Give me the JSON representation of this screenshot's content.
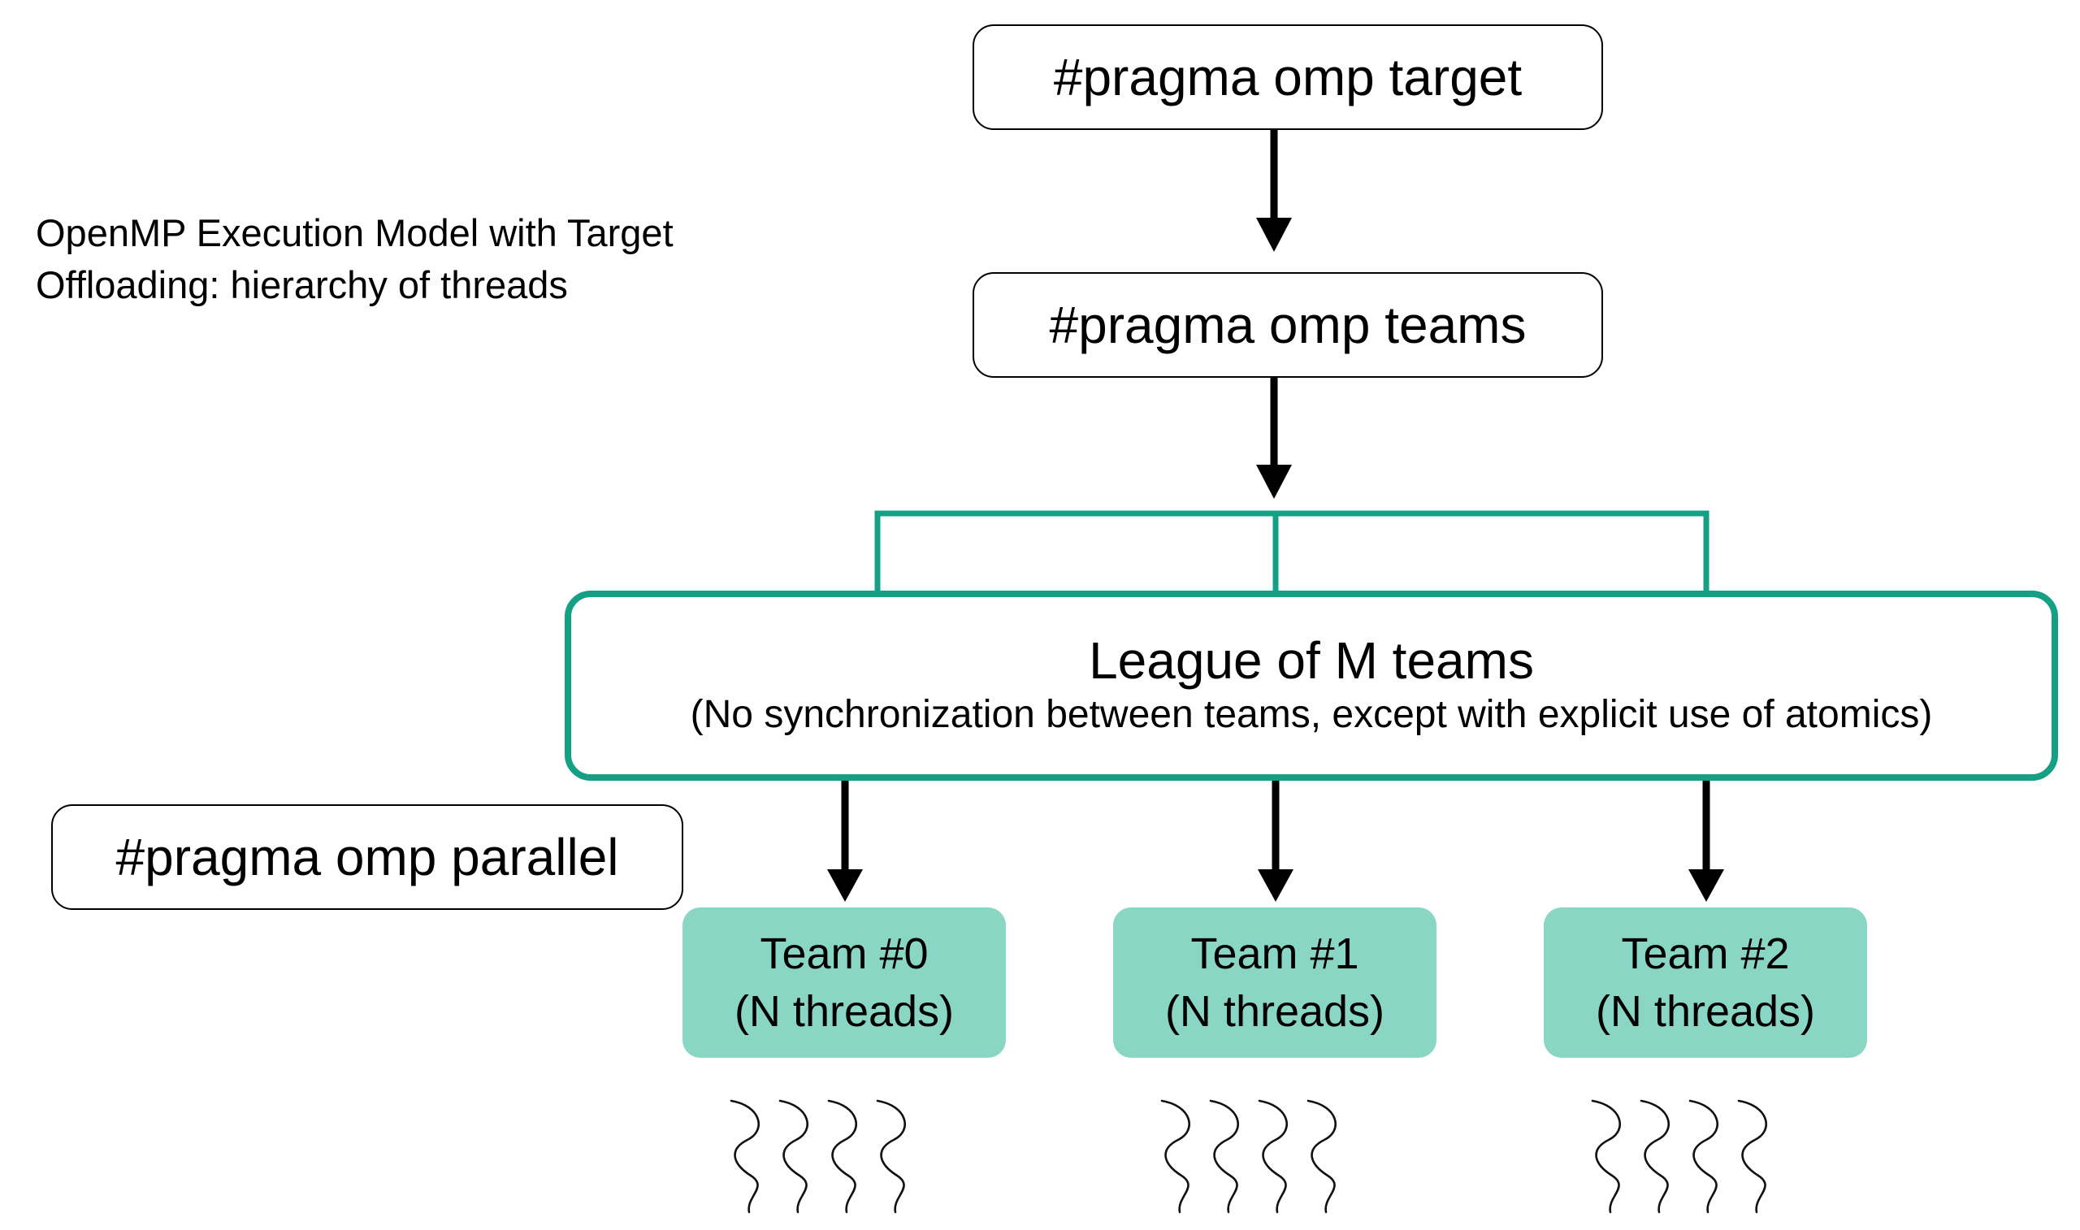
{
  "caption": {
    "line1": "OpenMP Execution Model with Target",
    "line2": "Offloading: hierarchy of threads"
  },
  "pragmas": {
    "target": "#pragma omp target",
    "teams": "#pragma omp teams",
    "parallel": "#pragma omp parallel"
  },
  "league": {
    "title": "League of M teams",
    "subtitle": "(No synchronization between teams, except with explicit use of atomics)"
  },
  "teams": [
    {
      "name": "Team #0",
      "threads": "(N threads)"
    },
    {
      "name": "Team #1",
      "threads": "(N threads)"
    },
    {
      "name": "Team #2",
      "threads": "(N threads)"
    }
  ],
  "colors": {
    "accent_green": "#14a085",
    "team_fill": "#8ad6c4",
    "arrow": "#000000"
  }
}
